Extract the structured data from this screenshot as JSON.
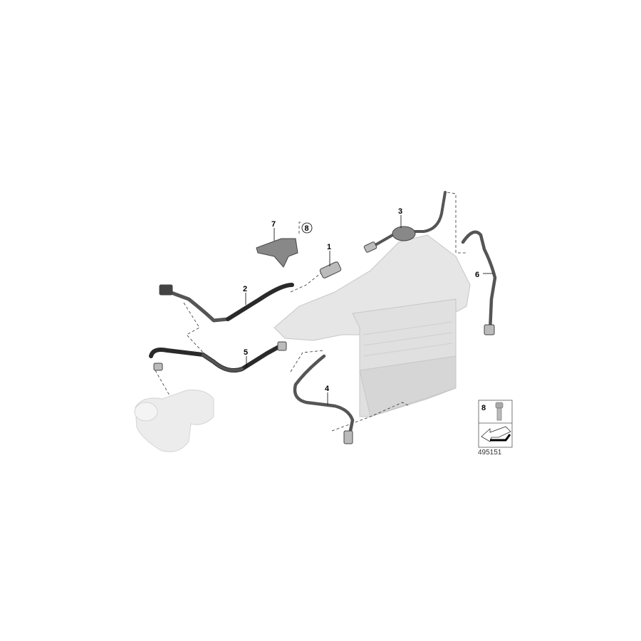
{
  "diagram": {
    "callouts": [
      {
        "id": "1",
        "label": "1"
      },
      {
        "id": "2",
        "label": "2"
      },
      {
        "id": "3",
        "label": "3"
      },
      {
        "id": "4",
        "label": "4"
      },
      {
        "id": "5",
        "label": "5"
      },
      {
        "id": "6",
        "label": "6"
      },
      {
        "id": "7",
        "label": "7"
      },
      {
        "id": "8",
        "label": "8",
        "circled": true
      }
    ],
    "legend": {
      "part_number": "8",
      "icon": "bolt-icon",
      "arrow_icon": "direction-arrow-icon"
    },
    "diagram_number": "495151",
    "colors": {
      "hose": "#555555",
      "hose_dark": "#2a2a2a",
      "housing": "#e3e3e3",
      "ghost": "#ececec"
    }
  }
}
